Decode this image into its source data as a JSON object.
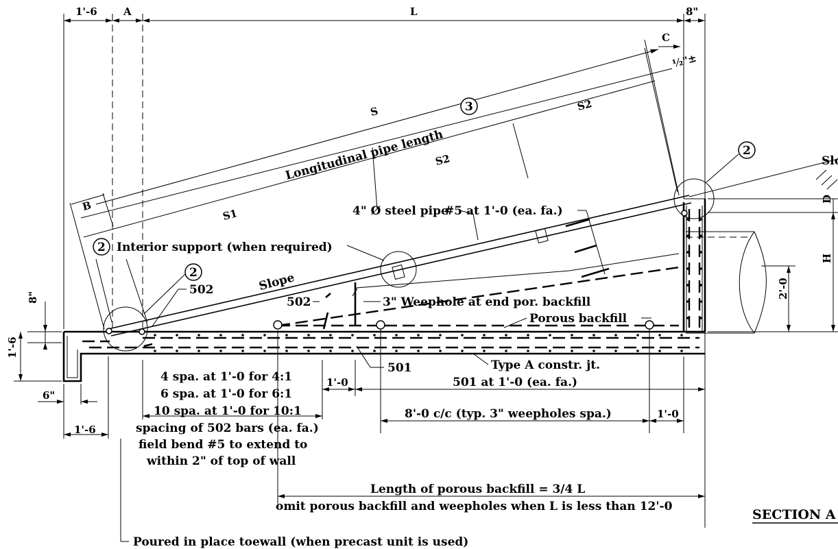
{
  "dims": {
    "d1_6_top": "1'-6",
    "a": "A",
    "l": "L",
    "in8_top": "8\"",
    "c": "C",
    "half_in": "½\"±",
    "s": "S",
    "s1": "S1",
    "s2a": "S2",
    "s2b": "S2",
    "b": "B",
    "d": "D",
    "h": "H",
    "two_0": "2'-0",
    "in8_left": "8\"",
    "d1_6_left": "1'-6",
    "in6": "6\"",
    "d1_6_bottom": "1'-6",
    "d1_0_a": "1'-0",
    "d1_0_b": "1'-0"
  },
  "callouts": {
    "c2_a": "2",
    "c2_b": "2",
    "c2_c": "2",
    "c3": "3"
  },
  "labels": {
    "long_pipe": "Longitudinal pipe length",
    "bar5": "#5 at 1'-0 (ea. fa.)",
    "steel_pipe": "4\" Ø steel pipe",
    "interior_support": "Interior support (when required)",
    "slope_main": "Slope",
    "slope_right": "Slo",
    "bar502_a": "502",
    "bar502_b": "502",
    "weephole": "3\" Weephole at end por. backfill",
    "porous": "Porous backfill",
    "type_a": "Type A constr. jt.",
    "bar501": "501",
    "bar501_spa": "501 at 1'-0 (ea. fa.)",
    "spa_4": "4 spa. at 1'-0 for 4:1",
    "spa_6": "6 spa. at 1'-0 for 6:1",
    "spa_10": "10 spa. at 1'-0 for 10:1",
    "spacing_502": "spacing of 502 bars (ea. fa.)",
    "field_bend": "field bend #5 to extend to",
    "within_2": "within 2\" of top of wall",
    "weephole_spa": "8'-0 c/c (typ. 3\" weepholes spa.)",
    "porous_length": "Length of porous backfill = 3/4 L",
    "omit": "omit porous backfill and weepholes when L is less than 12'-0",
    "toewall": "Poured in place toewall (when precast unit is used)",
    "section": "SECTION A"
  }
}
